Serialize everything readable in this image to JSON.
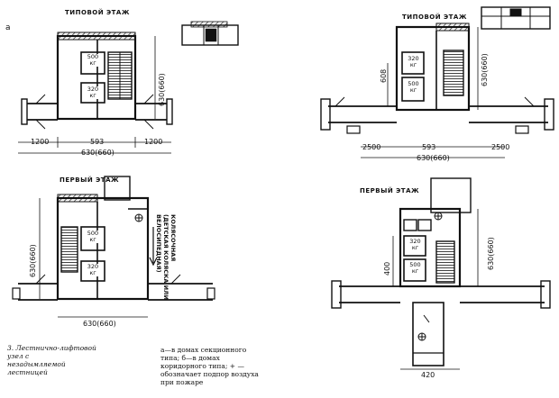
{
  "panel_letter": "а",
  "plans": {
    "top_left": {
      "title": "ТИПОВОЙ ЭТАЖ",
      "dim_bottom": "630(660)",
      "dim_side": "630(660)",
      "dim_left": "1200",
      "dim_mid": "593",
      "dim_right": "1200",
      "elev_upper": "500",
      "elev_lower": "320"
    },
    "top_right": {
      "title": "ТИПОВОЙ ЭТАЖ",
      "dim_bottom": "630(660)",
      "dim_side": "630(660)",
      "dim_left": "2500",
      "dim_mid": "593",
      "dim_right": "2500",
      "dim_height": "608",
      "elev_upper": "320",
      "elev_lower": "500"
    },
    "bottom_left": {
      "title": "ПЕРВЫЙ ЭТАЖ",
      "dim_bottom": "630(660)",
      "dim_side": "630(660)",
      "elev_upper": "500",
      "elev_lower": "320",
      "side_note_1": "КОЛЯСОЧНАЯ",
      "side_note_2": "(ДЕТСКАЯ КОЛЯСКА ИЛИ",
      "side_note_3": "ВЕЛОСИПЕДНАЯ)"
    },
    "bottom_right": {
      "title": "ПЕРВЫЙ ЭТАЖ",
      "dim_bottom": "420",
      "dim_side": "630(660)",
      "dim_height": "400",
      "elev_upper": "320",
      "elev_lower": "500"
    }
  },
  "weight_unit": "кг",
  "caption": {
    "number": "3.",
    "line1": "Лестнично-лифтовой",
    "line2": "узел с",
    "line3": "незадымляемой",
    "line4": "лестницей"
  },
  "legend": {
    "line1": "а—в домах секционного",
    "line2": "типа; б—в домах",
    "line3": "коридорного типа; + —",
    "line4": "обозначает подпор воздуха",
    "line5": "при пожаре"
  }
}
